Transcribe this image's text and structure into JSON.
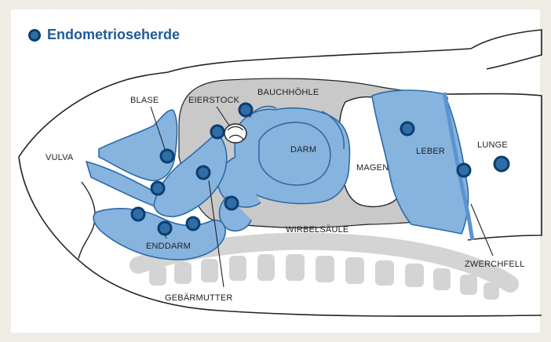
{
  "legend": {
    "label": "Endometrioseherde",
    "icon": "endometriosis-spot-icon"
  },
  "labels": {
    "blase": "BLASE",
    "eierstock": "EIERSTOCK",
    "bauchhoehle": "BAUCHHÖHLE",
    "vulva": "VULVA",
    "darm": "DARM",
    "magen": "MAGEN",
    "leber": "LEBER",
    "lunge": "LUNGE",
    "wirbelsaeule": "WIRBELSÄULE",
    "enddarm": "ENDDARM",
    "zwerchfell": "ZWERCHFELL",
    "gebaermutter": "GEBÄRMUTTER"
  },
  "colors": {
    "organ_fill": "#86b4de",
    "organ_stroke": "#2d6aa6",
    "spot_fill": "#2f6da7",
    "spot_ring": "#0c3e6f",
    "cavity_fill": "#c9c9c9",
    "spine_fill": "#d4d4d4",
    "outline": "#222222"
  }
}
